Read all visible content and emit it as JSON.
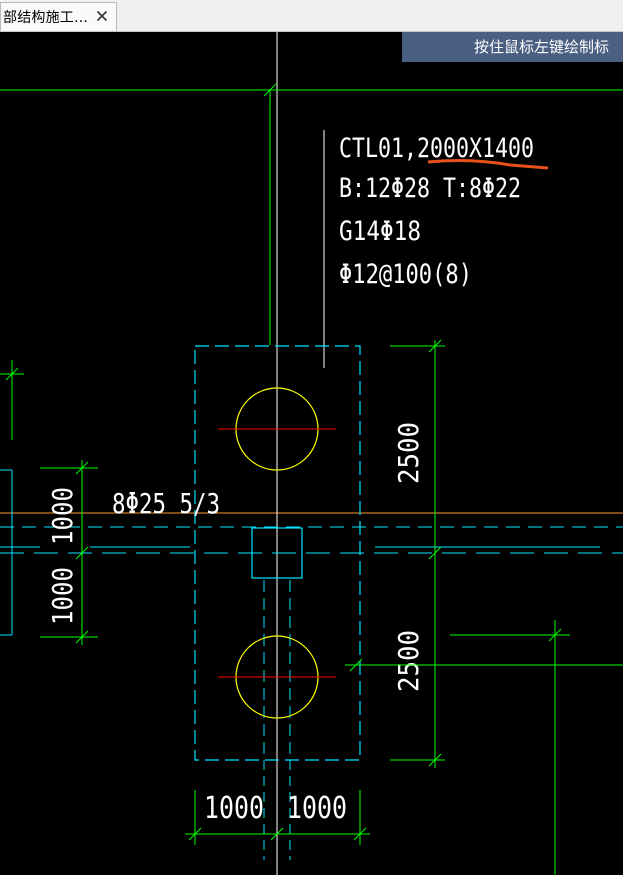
{
  "tab": {
    "title": "部结构施工…",
    "close_glyph": "✕"
  },
  "status_hint": "按住鼠标左键绘制标",
  "annotation": {
    "line1_prefix": "CTL01,",
    "line1_size": "2000X1400",
    "line2": "B:12Φ28 T:8Φ22",
    "line3": "G14Φ18",
    "line4": "Φ12@100(8)"
  },
  "beam_label": "8Φ25 5/3",
  "dimensions": {
    "upper_right": "2500",
    "lower_right": "2500",
    "left_upper": "1000",
    "left_lower": "1000",
    "bottom_left": "1000",
    "bottom_right": "1000"
  },
  "colors": {
    "background": "#000000",
    "dimension": "#00ff00",
    "outline": "#00e5ff",
    "pile": "#ffff00",
    "centerline": "#ff0000",
    "axis": "#ff9933",
    "text": "#ffffff",
    "highlight": "#e8521a",
    "hint_bg": "#4a5f82"
  }
}
